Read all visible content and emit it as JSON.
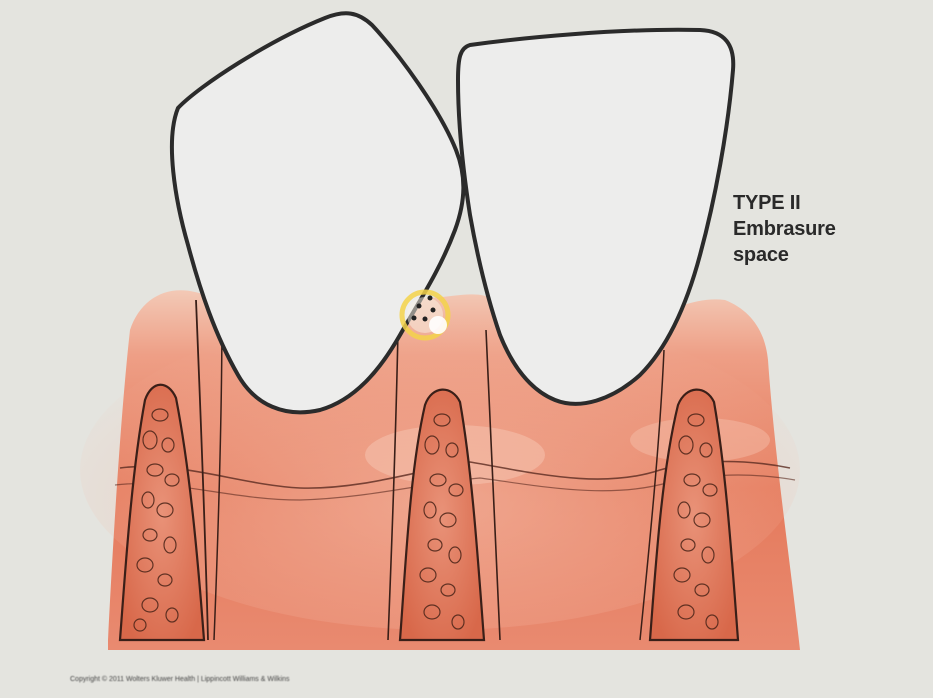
{
  "label": {
    "lines": [
      "TYPE II",
      "Embrasure",
      "space"
    ]
  },
  "copyright": "Copyright © 2011 Wolters Kluwer Health | Lippincott Williams & Wilkins",
  "colors": {
    "background": "#e4e4df",
    "gingiva_light": "#f2c6b2",
    "gingiva_mid": "#e9917a",
    "gingiva_deep": "#dc6a4c",
    "tooth_fill": "#eeeeee",
    "outline": "#2b2b2b",
    "highlight_ring": "#f3d24a"
  },
  "elements": {
    "teeth": [
      "left-crown",
      "right-crown"
    ],
    "roots": [
      "left-root",
      "middle-root",
      "right-root"
    ],
    "marker": "embrasure-space-marker"
  }
}
